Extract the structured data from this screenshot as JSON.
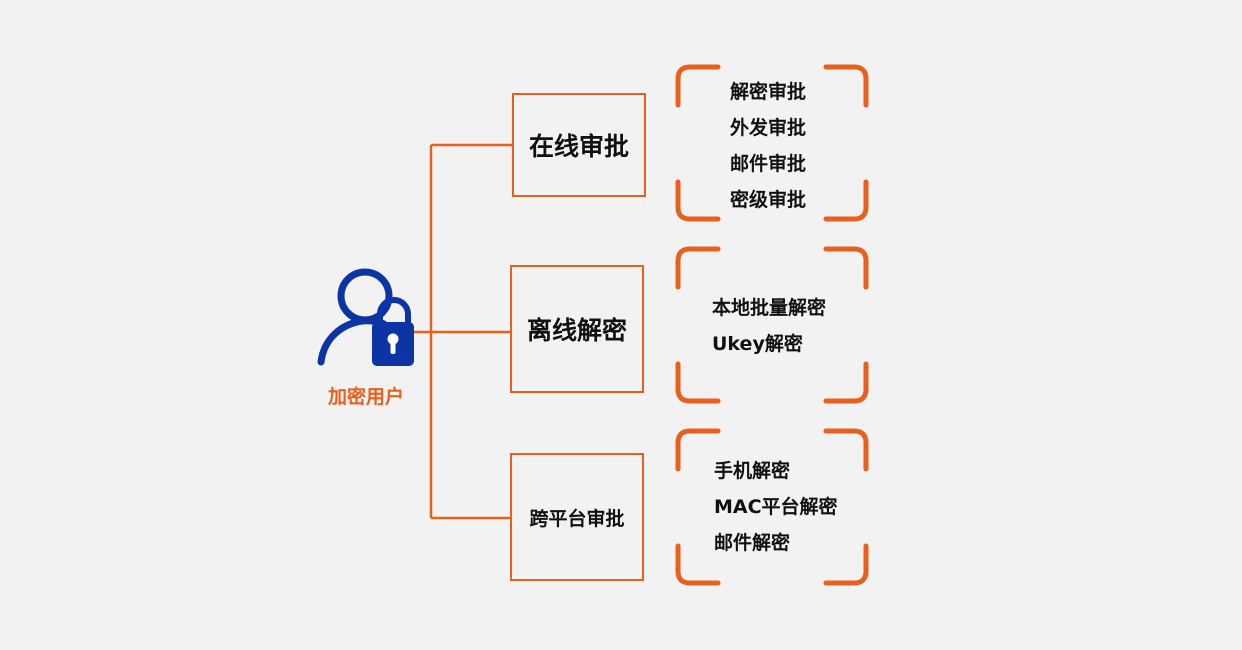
{
  "diagram": {
    "accent_color": "#e8601c",
    "icon_color": "#0b35a4",
    "user": {
      "label": "加密用户",
      "icon": "user-lock-icon"
    },
    "categories": [
      {
        "label": "在线审批",
        "items": [
          "解密审批",
          "外发审批",
          "邮件审批",
          "密级审批"
        ]
      },
      {
        "label": "离线解密",
        "items": [
          "本地批量解密",
          "Ukey解密"
        ]
      },
      {
        "label": "跨平台审批",
        "items": [
          "手机解密",
          "MAC平台解密",
          "邮件解密"
        ]
      }
    ]
  }
}
